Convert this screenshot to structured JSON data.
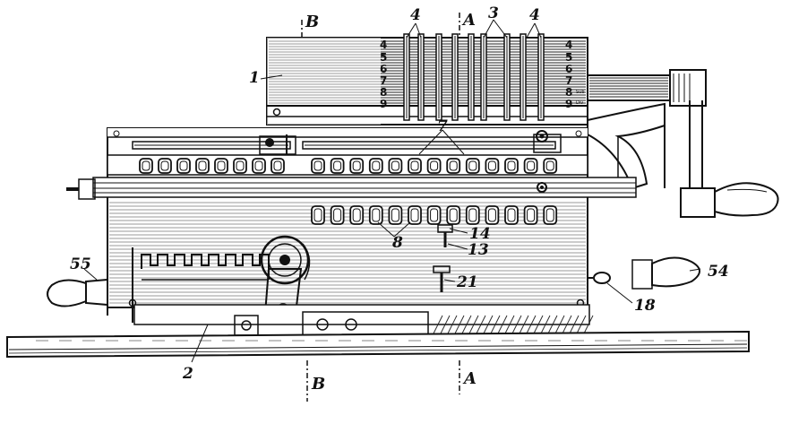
{
  "section_markers": {
    "a_top": "A",
    "a_bottom": "A",
    "b_top": "B",
    "b_bottom": "B"
  },
  "reference_numerals": {
    "n1": "1",
    "n2": "2",
    "n3": "3",
    "n4a": "4",
    "n4b": "4",
    "n7": "7",
    "n8": "8",
    "n13": "13",
    "n14": "14",
    "n18": "18",
    "n21": "21",
    "n54": "54",
    "n55": "55"
  },
  "drum_left_digits": [
    "4",
    "5",
    "6",
    "7",
    "8",
    "9"
  ],
  "drum_right_digits": [
    "4",
    "5",
    "6",
    "7",
    "8",
    "9"
  ],
  "drum_right_tags": {
    "sub": "Sub",
    "div": "Div"
  }
}
